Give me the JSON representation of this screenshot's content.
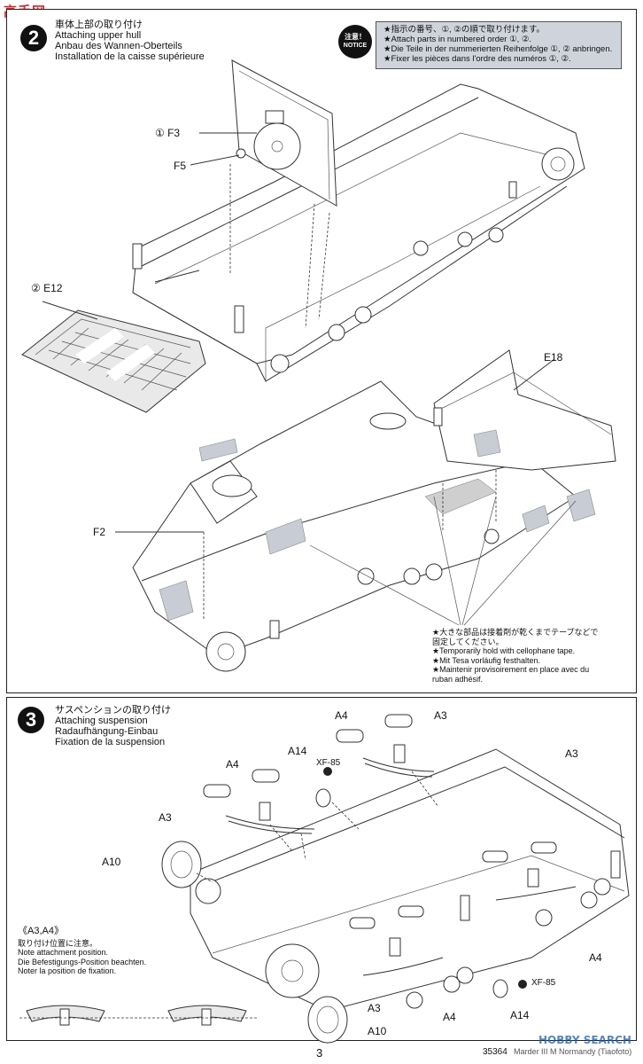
{
  "watermark_top": "高手网",
  "step2": {
    "number": "2",
    "title_jp": "車体上部の取り付け",
    "title_en": "Attaching upper hull",
    "title_de": "Anbau des Wannen-Oberteils",
    "title_fr": "Installation de la caisse supérieure",
    "notice": {
      "badge_jp": "注意！",
      "badge_en": "NOTICE",
      "line_jp": "★指示の番号、①, ②の順で取り付けます。",
      "line_en": "★Attach parts in numbered order ①, ②.",
      "line_de": "★Die Teile in der nummerierten Reihenfolge ①, ② anbringen.",
      "line_fr": "★Fixer les pièces dans l'ordre des numéros ①, ②."
    },
    "labels": {
      "f3": "① F3",
      "f5": "F5",
      "e12": "② E12",
      "e18": "E18",
      "f2": "F2"
    },
    "tape_note": {
      "jp1": "★大きな部品は接着剤が乾くまでテープなどで",
      "jp2": "固定してください。",
      "en": "★Temporarily hold with cellophane tape.",
      "de": "★Mit Tesa vorläufig festhalten.",
      "fr1": "★Maintenir provisoirement en place avec du",
      "fr2": "ruban adhésif."
    }
  },
  "step3": {
    "number": "3",
    "title_jp": "サスペンションの取り付け",
    "title_en": "Attaching suspension",
    "title_de": "Radaufhängung-Einbau",
    "title_fr": "Fixation de la suspension",
    "labels": {
      "a4_top1": "A4",
      "a3_top1": "A3",
      "a4_left": "A4",
      "a14_top": "A14",
      "xf85_top": "XF-85",
      "a3_left": "A3",
      "a10_top": "A10",
      "a3_right": "A3",
      "a4_right": "A4",
      "xf85_bottom": "XF-85",
      "a14_bottom": "A14",
      "a3_bottom": "A3",
      "a4_bottom": "A4",
      "a10_bottom": "A10"
    },
    "subnote": {
      "title": "《A3,A4》",
      "jp": "取り付け位置に注意。",
      "en": "Note attachment position.",
      "de": "Die Befestigungs-Position beachten.",
      "fr": "Noter la position de fixation."
    }
  },
  "footer": {
    "page_number": "3",
    "item": "35364",
    "name": "Marder III M Normandy (Tiaofoto)",
    "watermark": "HOBBY SEARCH"
  },
  "colors": {
    "notice_bg": "#cfd3dc",
    "tape": "#c8ccd4",
    "watermark_red": "#d6262b",
    "watermark_blue": "#1f5fa8"
  }
}
